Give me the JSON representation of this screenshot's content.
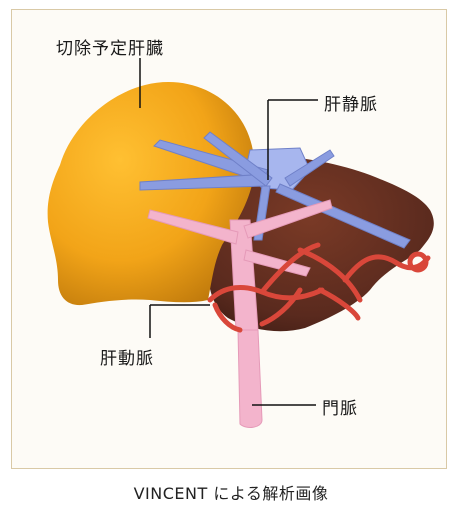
{
  "figure": {
    "labels": {
      "resection_liver": "切除予定肝臓",
      "hepatic_vein": "肝静脈",
      "hepatic_artery": "肝動脈",
      "portal_vein": "門脈"
    },
    "colors": {
      "resection_liver": "#f2a418",
      "remnant_liver": "#5a2a1e",
      "hepatic_vein": "#8a9ce0",
      "hepatic_artery": "#d9473a",
      "portal_vein": "#f3b4cc",
      "frame_border": "#d9c9a6"
    }
  },
  "caption": "VINCENT による解析画像"
}
